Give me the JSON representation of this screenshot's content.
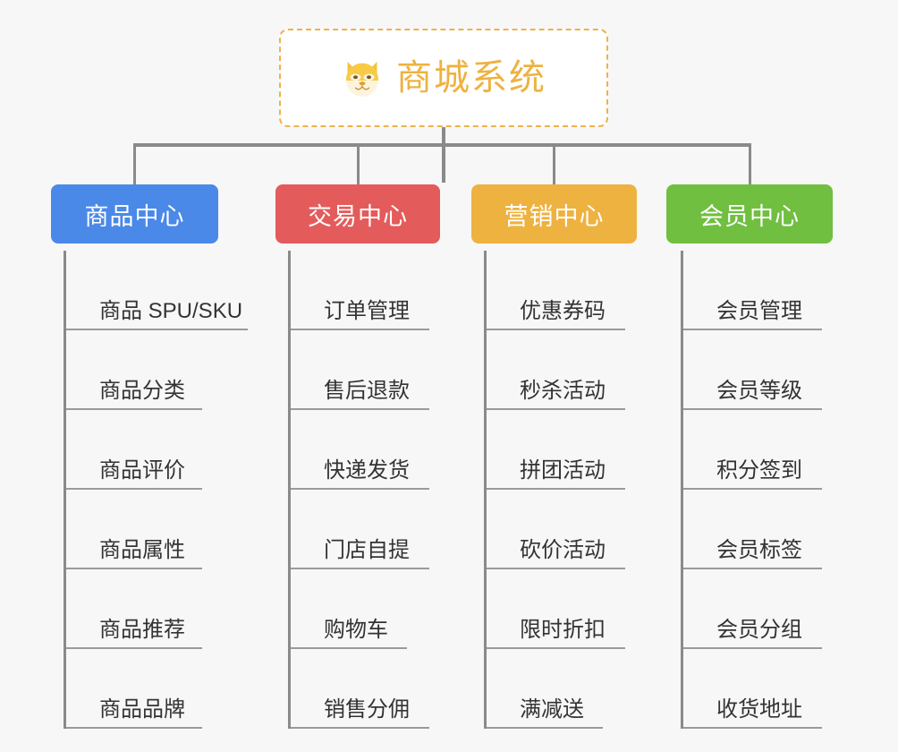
{
  "diagram": {
    "title": "商城系统",
    "root": {
      "label": "商城系统",
      "icon": "shiba-dog-icon",
      "border_color": "#eeb24a",
      "text_color": "#eeb240",
      "background": "#ffffff"
    },
    "background_color": "#f7f7f7",
    "connector_color": "#8a8a8a",
    "item_text_color": "#333333",
    "item_rule_color": "#9a9a9a",
    "columns": [
      {
        "label": "商品中心",
        "color": "#4a89e8",
        "items": [
          "商品 SPU/SKU",
          "商品分类",
          "商品评价",
          "商品属性",
          "商品推荐",
          "商品品牌"
        ]
      },
      {
        "label": "交易中心",
        "color": "#e45b5b",
        "items": [
          "订单管理",
          "售后退款",
          "快递发货",
          "门店自提",
          "购物车",
          "销售分佣"
        ]
      },
      {
        "label": "营销中心",
        "color": "#eeb240",
        "items": [
          "优惠券码",
          "秒杀活动",
          "拼团活动",
          "砍价活动",
          "限时折扣",
          "满减送"
        ]
      },
      {
        "label": "会员中心",
        "color": "#70bf41",
        "items": [
          "会员管理",
          "会员等级",
          "积分签到",
          "会员标签",
          "会员分组",
          "收货地址"
        ]
      }
    ]
  }
}
